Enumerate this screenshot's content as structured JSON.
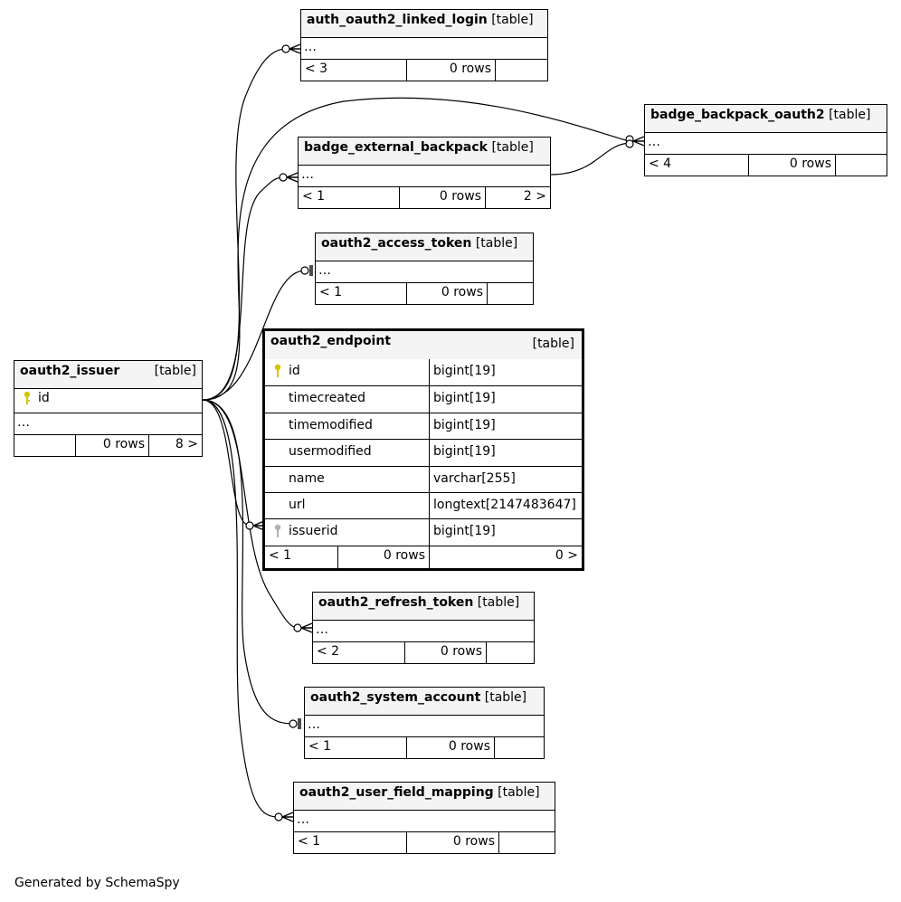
{
  "footer": "Generated by SchemaSpy",
  "type_label": "[table]",
  "ellipsis": "…",
  "tables": {
    "auth_oauth2_linked_login": {
      "name": "auth_oauth2_linked_login",
      "stats": [
        "< 3",
        "0 rows",
        ""
      ]
    },
    "badge_backpack_oauth2": {
      "name": "badge_backpack_oauth2",
      "stats": [
        "< 4",
        "0 rows",
        ""
      ]
    },
    "badge_external_backpack": {
      "name": "badge_external_backpack",
      "stats": [
        "< 1",
        "0 rows",
        "2 >"
      ]
    },
    "oauth2_access_token": {
      "name": "oauth2_access_token",
      "stats": [
        "< 1",
        "0 rows",
        ""
      ]
    },
    "oauth2_issuer": {
      "name": "oauth2_issuer",
      "key_column": "id",
      "stats": [
        "",
        "0 rows",
        "8 >"
      ]
    },
    "oauth2_endpoint": {
      "name": "oauth2_endpoint",
      "columns": [
        {
          "name": "id",
          "type": "bigint[19]",
          "key": "primary"
        },
        {
          "name": "timecreated",
          "type": "bigint[19]",
          "key": ""
        },
        {
          "name": "timemodified",
          "type": "bigint[19]",
          "key": ""
        },
        {
          "name": "usermodified",
          "type": "bigint[19]",
          "key": ""
        },
        {
          "name": "name",
          "type": "varchar[255]",
          "key": ""
        },
        {
          "name": "url",
          "type": "longtext[2147483647]",
          "key": ""
        },
        {
          "name": "issuerid",
          "type": "bigint[19]",
          "key": "foreign"
        }
      ],
      "stats": [
        "< 1",
        "0 rows",
        "0 >"
      ]
    },
    "oauth2_refresh_token": {
      "name": "oauth2_refresh_token",
      "stats": [
        "< 2",
        "0 rows",
        ""
      ]
    },
    "oauth2_system_account": {
      "name": "oauth2_system_account",
      "stats": [
        "< 1",
        "0 rows",
        ""
      ]
    },
    "oauth2_user_field_mapping": {
      "name": "oauth2_user_field_mapping",
      "stats": [
        "< 1",
        "0 rows",
        ""
      ]
    }
  },
  "colors": {
    "primary_key": "#d4c400",
    "foreign_key": "#b0b0b0",
    "header_bg": "#f4f4f4"
  }
}
